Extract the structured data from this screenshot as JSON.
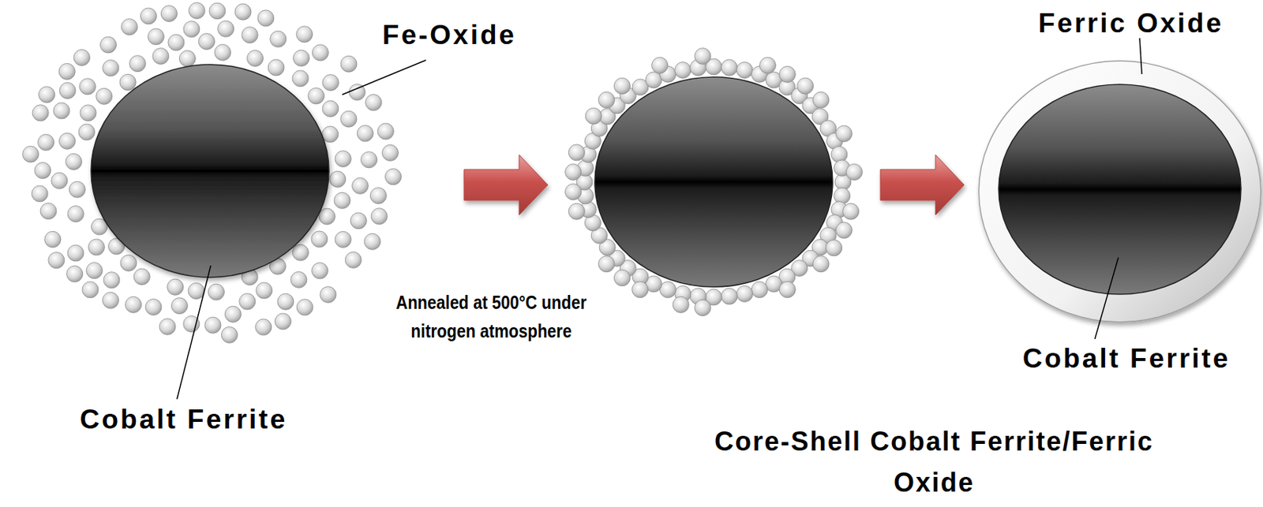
{
  "diagram": {
    "caption": "Core-Shell Cobalt Ferrite/Ferric Oxide",
    "labels": [
      "Fe-Oxide",
      "Cobalt Ferrite",
      "Annealed at 500°C under nitrogen atmosphere",
      "Ferric Oxide",
      "Cobalt Ferrite"
    ]
  }
}
